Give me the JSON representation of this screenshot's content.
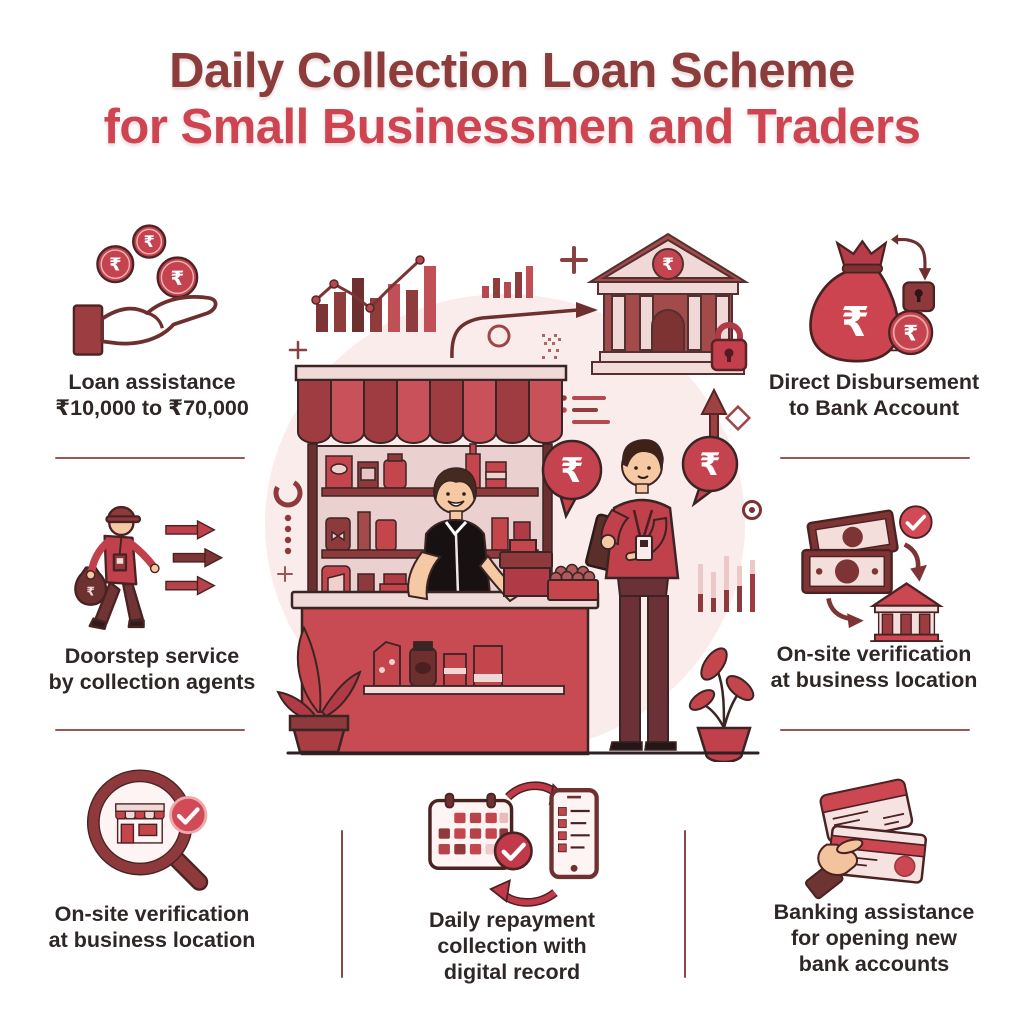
{
  "title": {
    "line1": "Daily Collection Loan Scheme",
    "line2": "for Small Businessmen and Traders"
  },
  "currency_symbol": "₹",
  "colors": {
    "title_primary": "#8d3c3c",
    "title_secondary": "#ce4551",
    "accent_red": "#c4454b",
    "dark_maroon": "#7e3434",
    "scene_circle": "#f9ecea",
    "label_text": "#2f2626",
    "divider": "#9c5555"
  },
  "features": {
    "loan_assistance": {
      "icon": "hand-coins-icon",
      "lines": [
        "Loan assistance",
        "₹10,000 to ₹70,000"
      ]
    },
    "doorstep_service": {
      "icon": "doorstep-agent-icon",
      "lines": [
        "Doorstep service",
        "by collection agents"
      ]
    },
    "onsite_verification_left": {
      "icon": "store-verification-magnifier-icon",
      "lines": [
        "On-site verification",
        "at business location"
      ]
    },
    "direct_disbursement": {
      "icon": "money-bag-disbursement-icon",
      "lines": [
        "Direct Disbursement",
        "to Bank Account"
      ]
    },
    "onsite_verification_right": {
      "icon": "cash-to-bank-icon",
      "lines": [
        "On-site verification",
        "at business location"
      ]
    },
    "banking_assistance": {
      "icon": "hand-documents-icon",
      "lines": [
        "Banking assistance",
        "for opening new",
        "bank accounts"
      ]
    },
    "daily_repayment": {
      "icon": "calendar-phone-sync-icon",
      "lines": [
        "Daily repayment",
        "collection with",
        "digital record"
      ]
    }
  }
}
